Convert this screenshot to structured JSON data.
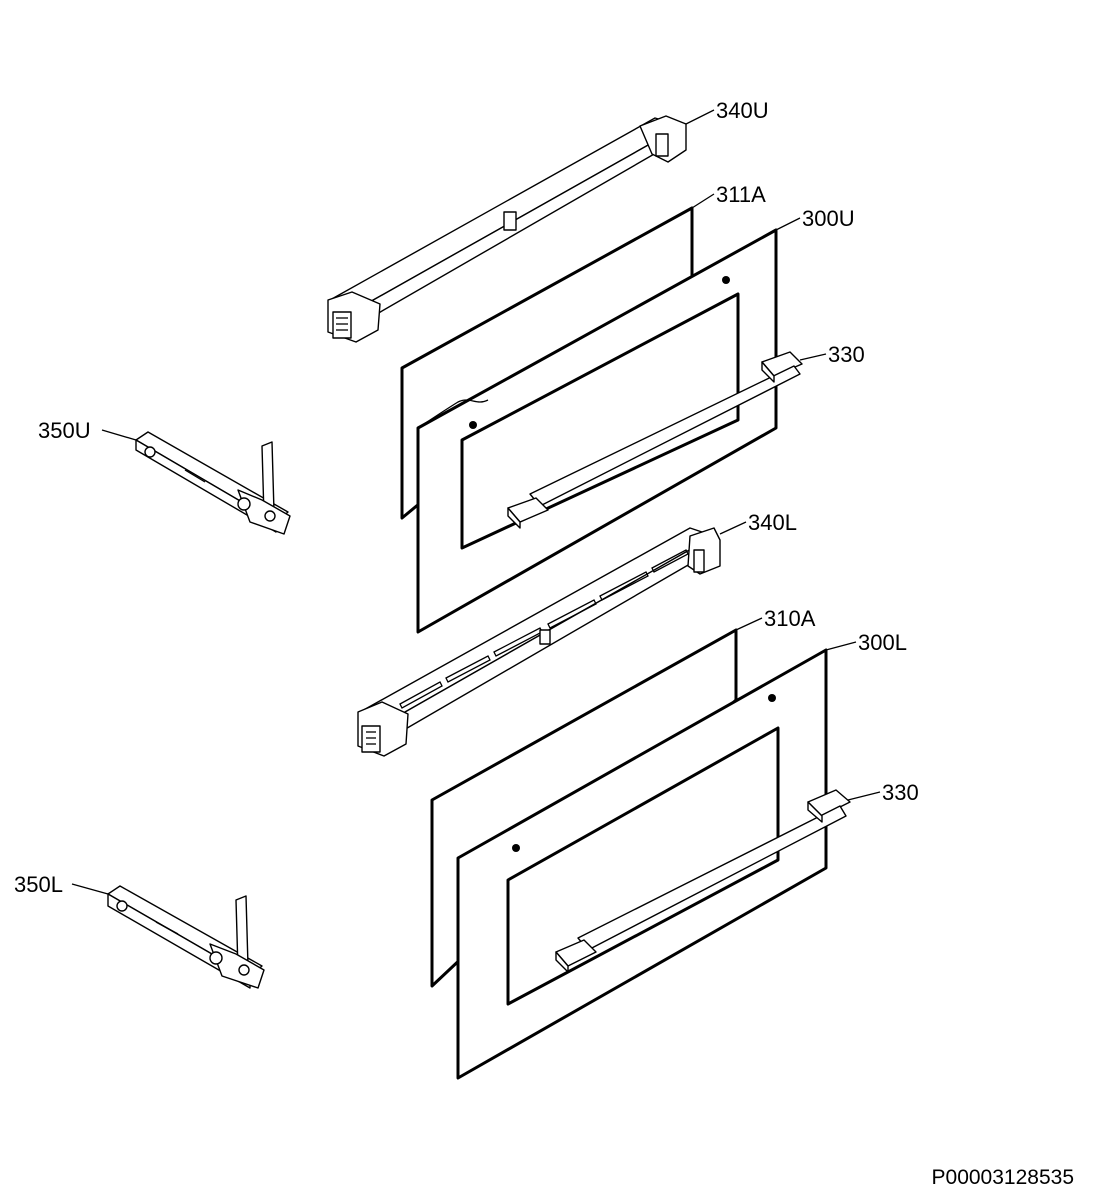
{
  "callouts": {
    "upper_trim": "340U",
    "upper_inner_glass": "311A",
    "upper_door": "300U",
    "upper_handle": "330",
    "upper_hinge": "350U",
    "lower_trim": "340L",
    "lower_inner_glass": "310A",
    "lower_door": "300L",
    "lower_handle": "330",
    "lower_hinge": "350L"
  },
  "footer": {
    "drawing_code": "P00003128535"
  }
}
